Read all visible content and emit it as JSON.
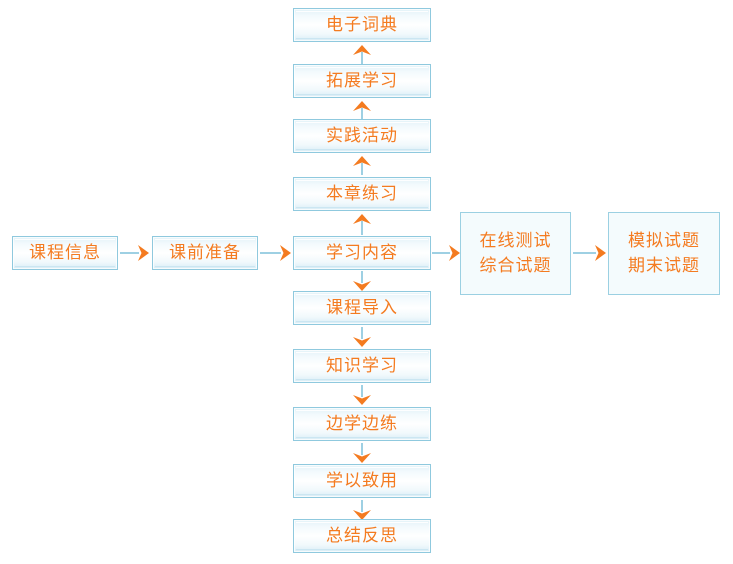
{
  "diagram": {
    "type": "flowchart",
    "title": "",
    "colors": {
      "node_border": "#8fc9de",
      "node_text": "#f47b20",
      "arrow_line": "#8fc9de",
      "arrow_head": "#f47b20",
      "plain_box_fill": "#f4fbfd",
      "background": "#ffffff"
    },
    "left_chain": [
      {
        "id": "course-info",
        "label": "课程信息"
      },
      {
        "id": "pre-class-prep",
        "label": "课前准备"
      }
    ],
    "center_column": [
      {
        "id": "e-dictionary",
        "label": "电子词典"
      },
      {
        "id": "extended-learning",
        "label": "拓展学习"
      },
      {
        "id": "practice-activity",
        "label": "实践活动"
      },
      {
        "id": "chapter-exercise",
        "label": "本章练习"
      },
      {
        "id": "study-content",
        "label": "学习内容"
      },
      {
        "id": "course-intro",
        "label": "课程导入"
      },
      {
        "id": "knowledge-study",
        "label": "知识学习"
      },
      {
        "id": "learn-while-practice",
        "label": "边学边练"
      },
      {
        "id": "apply-knowledge",
        "label": "学以致用"
      },
      {
        "id": "summary-reflection",
        "label": "总结反思"
      }
    ],
    "right_chain": [
      {
        "id": "online-test",
        "line1": "在线测试",
        "line2": "综合试题"
      },
      {
        "id": "mock-exam",
        "line1": "模拟试题",
        "line2": "期末试题"
      }
    ],
    "arrows": {
      "horizontal": [
        {
          "id": "course-info-to-pre-class-prep",
          "direction": "right"
        },
        {
          "id": "pre-class-prep-to-study-content",
          "direction": "right"
        },
        {
          "id": "study-content-to-online-test",
          "direction": "right"
        },
        {
          "id": "online-test-to-mock-exam",
          "direction": "right"
        }
      ],
      "vertical_up": [
        {
          "id": "extended-learning-to-e-dictionary",
          "direction": "up"
        },
        {
          "id": "practice-activity-to-extended-learning",
          "direction": "up"
        },
        {
          "id": "chapter-exercise-to-practice-activity",
          "direction": "up"
        },
        {
          "id": "study-content-to-chapter-exercise",
          "direction": "up"
        }
      ],
      "vertical_down": [
        {
          "id": "study-content-to-course-intro",
          "direction": "down"
        },
        {
          "id": "course-intro-to-knowledge-study",
          "direction": "down"
        },
        {
          "id": "knowledge-study-to-learn-while-practice",
          "direction": "down"
        },
        {
          "id": "learn-while-practice-to-apply-knowledge",
          "direction": "down"
        },
        {
          "id": "apply-knowledge-to-summary-reflection",
          "direction": "down"
        }
      ]
    }
  }
}
